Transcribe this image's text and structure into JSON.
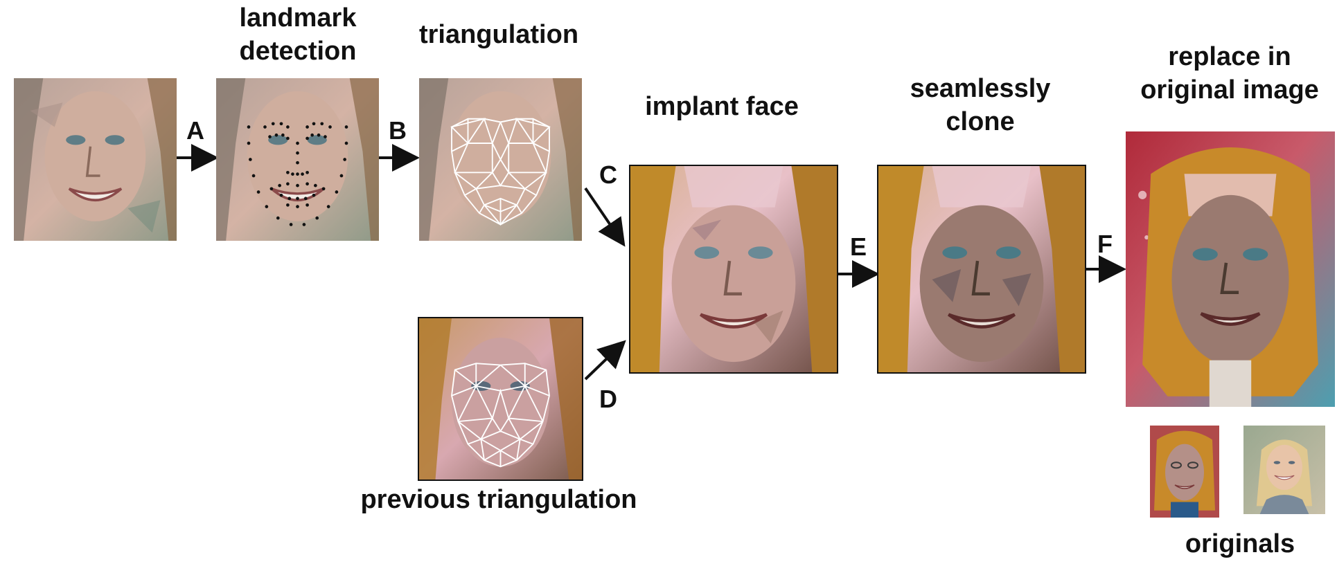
{
  "labels": {
    "landmark_detection": [
      "landmark",
      "detection"
    ],
    "triangulation": "triangulation",
    "implant_face": "implant face",
    "seamlessly_clone": [
      "seamlessly",
      "clone"
    ],
    "replace_in_original": [
      "replace in",
      "original image"
    ],
    "previous_triangulation": "previous triangulation",
    "originals": "originals"
  },
  "arrow_labels": {
    "a": "A",
    "b": "B",
    "c": "C",
    "d": "D",
    "e": "E",
    "f": "F"
  },
  "colors": {
    "line": "#111111",
    "mesh": "#ffffff",
    "skin": "#c9a090",
    "hair": "#b8893a",
    "background_warm": "#d8b4a0",
    "background_cool": "#7fa8b8",
    "accent_red": "#b02a3a",
    "accent_teal": "#4d9fb0"
  }
}
